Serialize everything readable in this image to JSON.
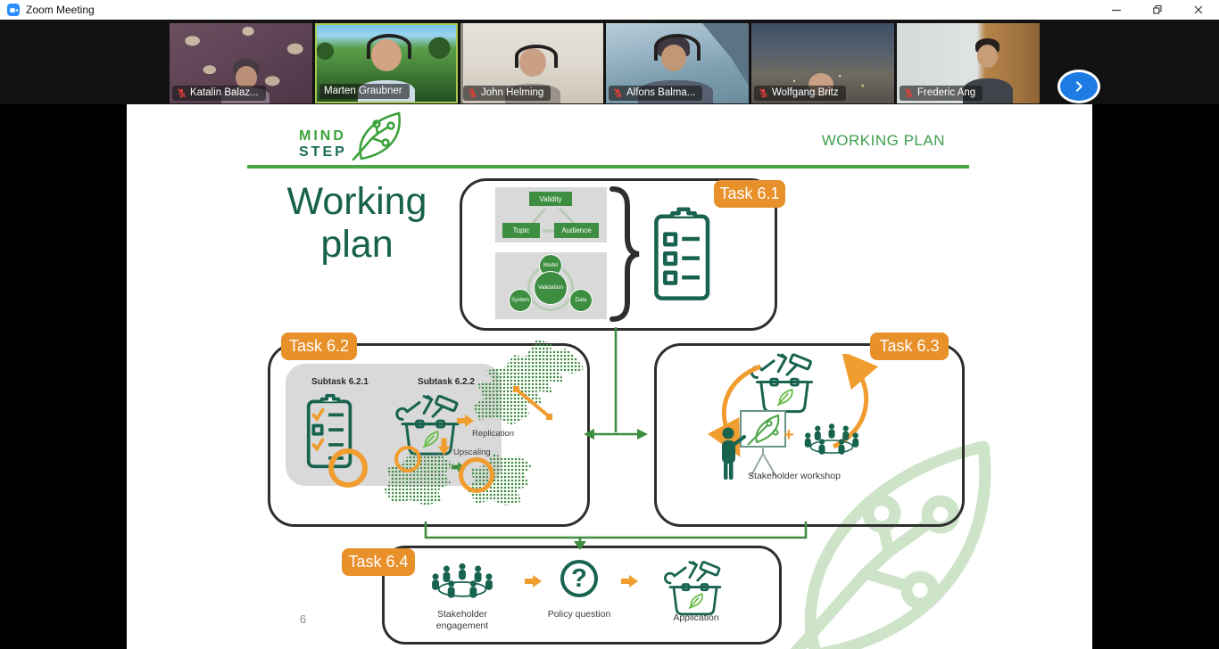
{
  "window": {
    "title": "Zoom Meeting",
    "app_icon": "zoom-camera-icon",
    "controls": [
      {
        "icon": "minimize-icon"
      },
      {
        "icon": "restore-icon"
      },
      {
        "icon": "close-icon"
      }
    ]
  },
  "video_strip": {
    "next_button_icon": "chevron-right-icon",
    "participants": [
      {
        "name": "Katalin Balaz...",
        "muted": true,
        "active_speaker": false
      },
      {
        "name": "Marten Graubner",
        "muted": false,
        "active_speaker": true
      },
      {
        "name": "John Helming",
        "muted": true,
        "active_speaker": false
      },
      {
        "name": "Alfons Balma...",
        "muted": true,
        "active_speaker": false
      },
      {
        "name": "Wolfgang Britz",
        "muted": true,
        "active_speaker": false
      },
      {
        "name": "Frederic Ang",
        "muted": true,
        "active_speaker": false
      }
    ]
  },
  "slide": {
    "logo": {
      "line1": "MIND",
      "line2": "STEP",
      "icon": "leaf-circuit-icon"
    },
    "header_right": "WORKING PLAN",
    "title": "Working plan",
    "page_number": "6",
    "task_6_1": {
      "badge": "Task 6.1",
      "matrix": {
        "top": "Validity",
        "left": "Topic",
        "right": "Audience"
      },
      "cycle": {
        "top": "Model",
        "center": "Validation",
        "left": "System",
        "right": "Data"
      },
      "icon": "clipboard-checklist-icon"
    },
    "task_6_2": {
      "badge": "Task 6.2",
      "subtask_1": "Subtask 6.2.1",
      "subtask_2": "Subtask 6.2.2",
      "label_replication": "Replication",
      "label_upscaling": "Upscaling"
    },
    "task_6_3": {
      "badge": "Task 6.3",
      "plus": "+",
      "caption": "Stakeholder workshop"
    },
    "task_6_4": {
      "badge": "Task 6.4",
      "captions": [
        "Stakeholder engagement",
        "Policy question",
        "Application"
      ]
    },
    "colors": {
      "badge_orange": "#E8902A",
      "arrow_orange": "#F09C2E",
      "green_dark": "#186350",
      "green_mid": "#3E8E41",
      "green_header_line": "#4AA546",
      "title_green": "#176248",
      "watermark_green": "#CDE4C9"
    }
  }
}
